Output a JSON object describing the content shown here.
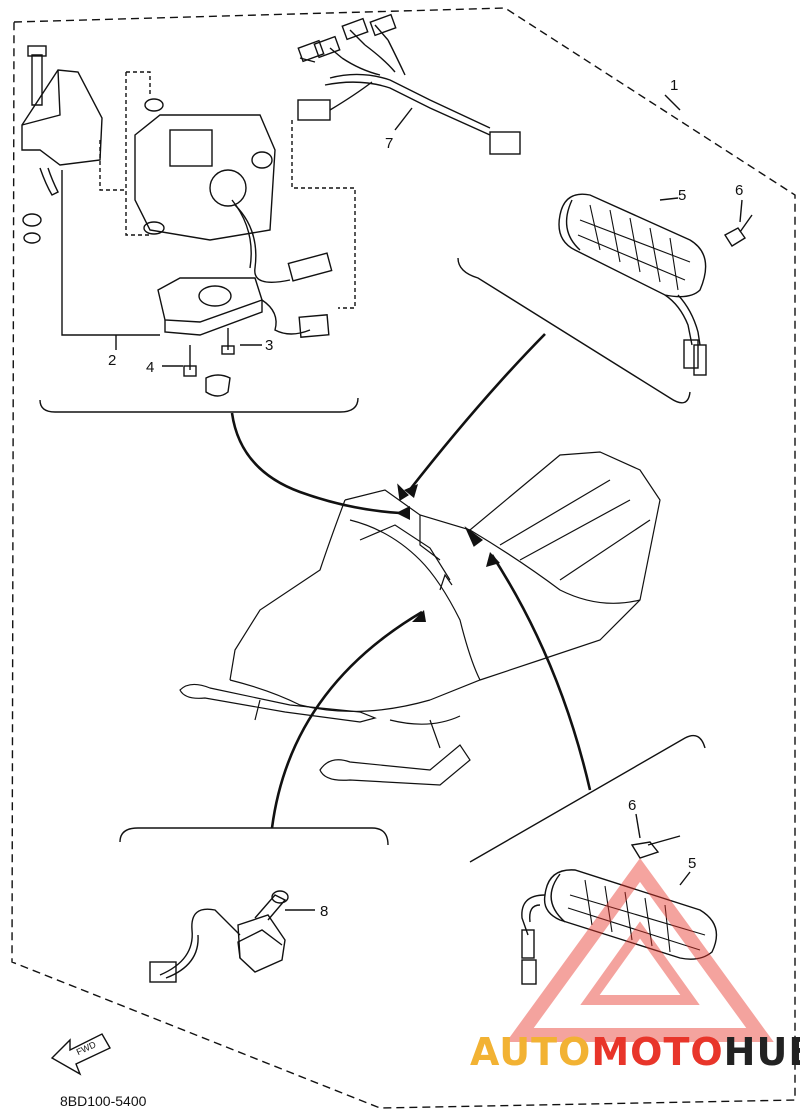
{
  "diagram": {
    "part_code": "8BD100-5400",
    "fwd_label": "FWD",
    "callouts": [
      "1",
      "2",
      "3",
      "4",
      "5",
      "6",
      "7",
      "8",
      "5",
      "6"
    ]
  },
  "watermark": {
    "part_a": "AUTO",
    "part_b": "MOTO",
    "part_c": "HUB",
    "color_a": "#f2b233",
    "color_b": "#e8352a",
    "color_c": "#222222"
  }
}
